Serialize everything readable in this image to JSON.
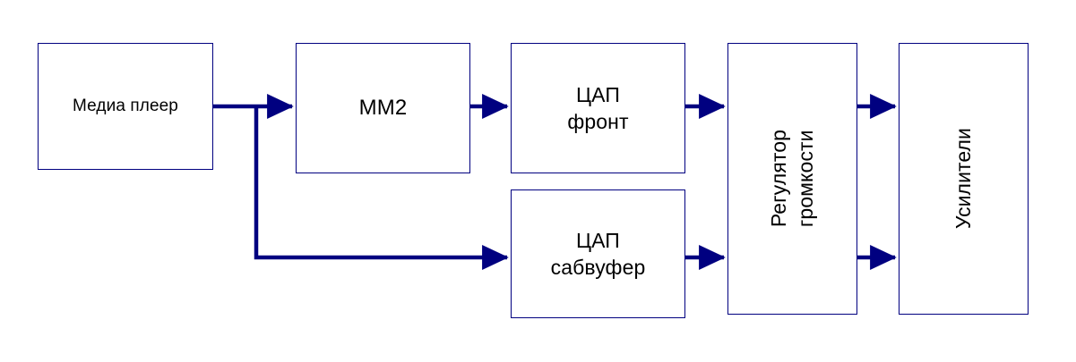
{
  "diagram": {
    "title": "Audio signal chain block diagram",
    "colors": {
      "box_border": "#000080",
      "connector": "#000080",
      "label_text": "#000000",
      "background": "#ffffff"
    },
    "nodes": [
      {
        "id": "media-player",
        "label": "Медиа плеер",
        "orientation": "horizontal"
      },
      {
        "id": "mm2",
        "label": "MM2",
        "orientation": "horizontal"
      },
      {
        "id": "dac-front",
        "label": "ЦАП\nфронт",
        "orientation": "horizontal"
      },
      {
        "id": "dac-sub",
        "label": "ЦАП\nсабвуфер",
        "orientation": "horizontal"
      },
      {
        "id": "volume",
        "label": "Регулятор\nгромкости",
        "orientation": "vertical"
      },
      {
        "id": "amps",
        "label": "Усилители",
        "orientation": "vertical"
      }
    ],
    "connections": [
      {
        "id": "media-player-to-mm2",
        "from": "media-player",
        "to": "mm2",
        "arrow": true
      },
      {
        "id": "media-player-to-dac-sub",
        "from": "media-player",
        "to": "dac-sub",
        "arrow": true
      },
      {
        "id": "mm2-to-dac-front",
        "from": "mm2",
        "to": "dac-front",
        "arrow": true
      },
      {
        "id": "dac-front-to-volume",
        "from": "dac-front",
        "to": "volume",
        "arrow": true
      },
      {
        "id": "dac-sub-to-volume",
        "from": "dac-sub",
        "to": "volume",
        "arrow": true
      },
      {
        "id": "volume-to-amps-top",
        "from": "volume",
        "to": "amps",
        "arrow": true
      },
      {
        "id": "volume-to-amps-bottom",
        "from": "volume",
        "to": "amps",
        "arrow": true
      }
    ]
  }
}
